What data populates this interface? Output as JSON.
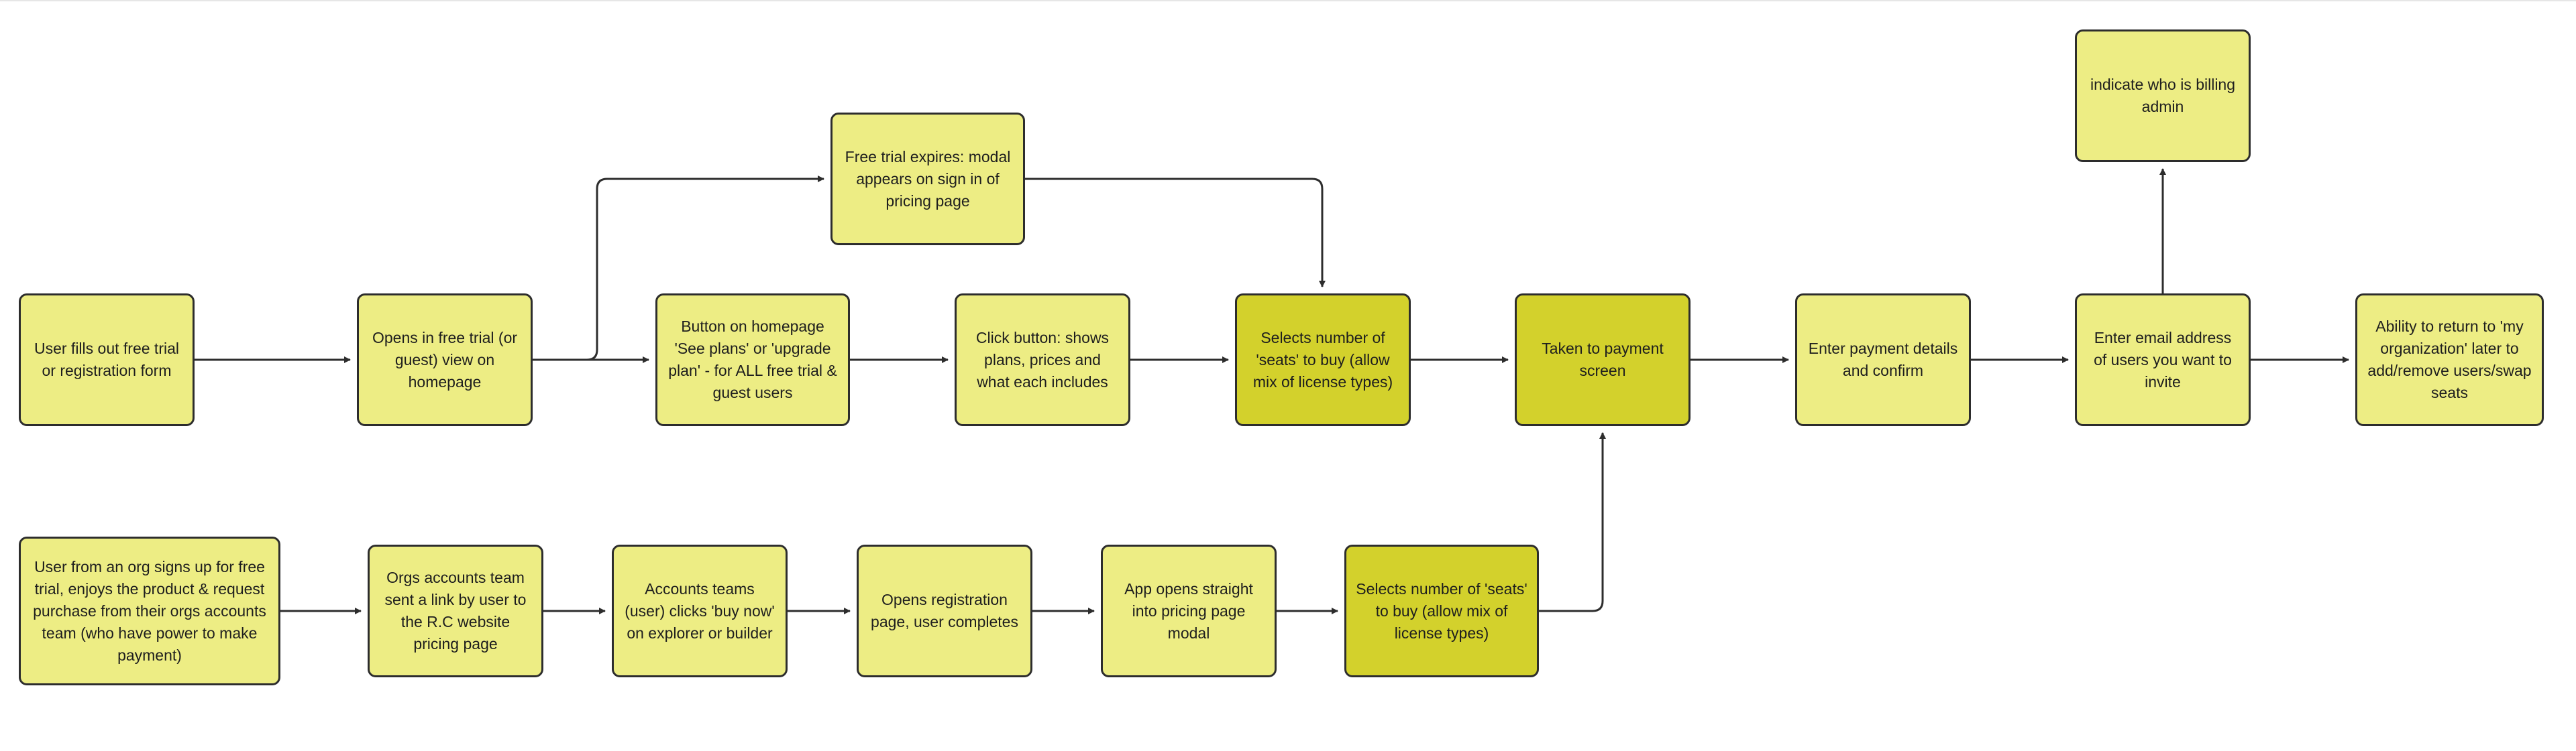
{
  "diagram": {
    "type": "flowchart",
    "colors": {
      "light_fill": "#eded84",
      "dark_fill": "#d3d12c",
      "stroke": "#2d2d2d"
    },
    "nodes": [
      {
        "id": "n1",
        "text": "User fills out free trial or registration form",
        "fill": "light"
      },
      {
        "id": "n2",
        "text": "Opens in free trial (or guest) view on homepage",
        "fill": "light"
      },
      {
        "id": "n3",
        "text": "Free trial expires: modal appears on sign in of pricing page",
        "fill": "light"
      },
      {
        "id": "n4",
        "text": "Button on homepage 'See plans' or 'upgrade plan' - for ALL free trial & guest users",
        "fill": "light"
      },
      {
        "id": "n5",
        "text": "Click button: shows plans, prices and what each includes",
        "fill": "light"
      },
      {
        "id": "n6",
        "text": "Selects number of 'seats' to buy (allow mix of license types)",
        "fill": "dark"
      },
      {
        "id": "n7",
        "text": "Taken to payment screen",
        "fill": "dark"
      },
      {
        "id": "n8",
        "text": "Enter payment details and confirm",
        "fill": "light"
      },
      {
        "id": "n9",
        "text": "Enter email address of users you want to invite",
        "fill": "light"
      },
      {
        "id": "n10",
        "text": "indicate who is billing admin",
        "fill": "light"
      },
      {
        "id": "n11",
        "text": "Ability to return to 'my organization' later to add/remove users/swap seats",
        "fill": "light"
      },
      {
        "id": "b1",
        "text": "User from an org signs up for free trial, enjoys the product & request purchase from their orgs accounts team (who have power to make payment)",
        "fill": "light"
      },
      {
        "id": "b2",
        "text": "Orgs accounts team sent a link by user to the R.C website pricing page",
        "fill": "light"
      },
      {
        "id": "b3",
        "text": "Accounts teams (user) clicks 'buy now' on explorer or builder",
        "fill": "light"
      },
      {
        "id": "b4",
        "text": "Opens registration page, user completes",
        "fill": "light"
      },
      {
        "id": "b5",
        "text": "App opens straight into pricing page modal",
        "fill": "light"
      },
      {
        "id": "b6",
        "text": "Selects number of 'seats' to buy (allow mix of license types)",
        "fill": "dark"
      }
    ],
    "edges": [
      {
        "from": "n1",
        "to": "n2"
      },
      {
        "from": "n2",
        "to": "n4"
      },
      {
        "from": "n2",
        "to": "n3"
      },
      {
        "from": "n3",
        "to": "n6"
      },
      {
        "from": "n4",
        "to": "n5"
      },
      {
        "from": "n5",
        "to": "n6"
      },
      {
        "from": "n6",
        "to": "n7"
      },
      {
        "from": "n7",
        "to": "n8"
      },
      {
        "from": "n8",
        "to": "n9"
      },
      {
        "from": "n9",
        "to": "n10"
      },
      {
        "from": "n9",
        "to": "n11"
      },
      {
        "from": "b1",
        "to": "b2"
      },
      {
        "from": "b2",
        "to": "b3"
      },
      {
        "from": "b3",
        "to": "b4"
      },
      {
        "from": "b4",
        "to": "b5"
      },
      {
        "from": "b5",
        "to": "b6"
      },
      {
        "from": "b6",
        "to": "n7"
      }
    ]
  }
}
